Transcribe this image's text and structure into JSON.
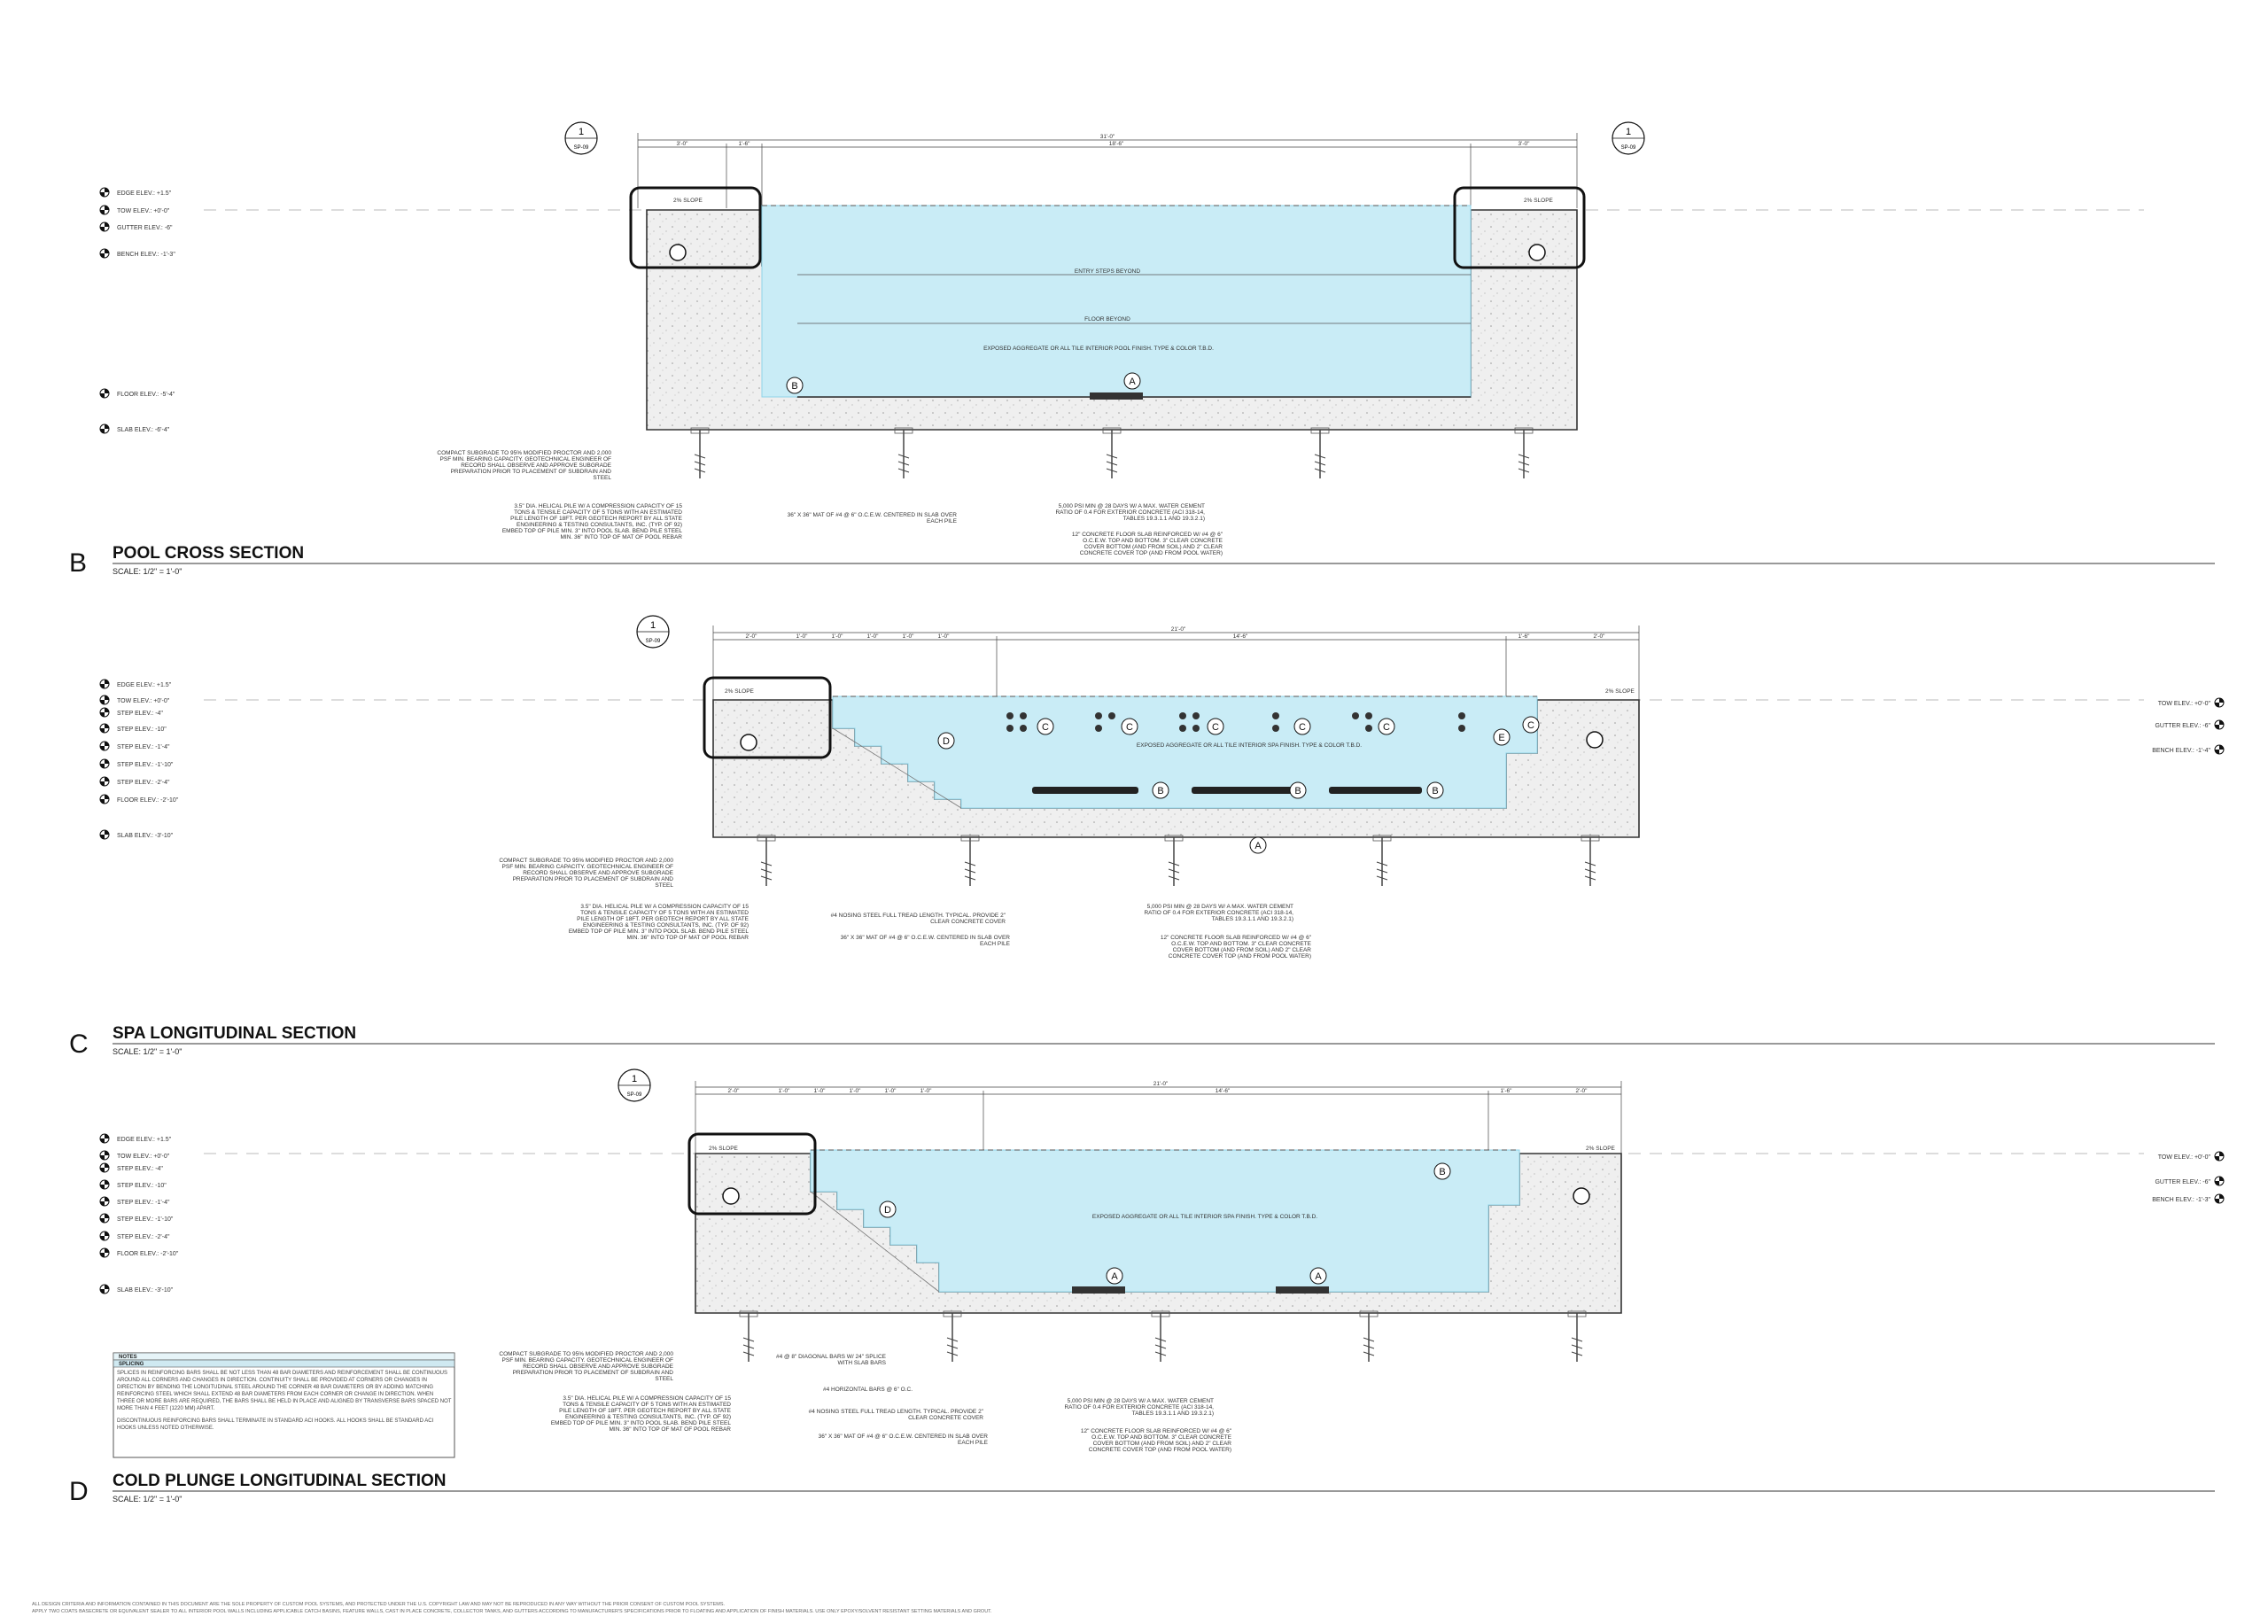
{
  "sections": [
    {
      "letter": "B",
      "title": "POOL CROSS SECTION",
      "scale": "SCALE: 1/2\" = 1'-0\"",
      "ref_tag": {
        "num": "1",
        "sheet": "SP-09"
      },
      "elevations_left": [
        "EDGE ELEV.: +1.5\"",
        "TOW ELEV.: +0'-0\"",
        "GUTTER ELEV.: -6\"",
        "BENCH ELEV.: -1'-3\"",
        "FLOOR ELEV.: -5'-4\"",
        "SLAB ELEV.: -6'-4\""
      ],
      "elevations_right": [],
      "overall_dim": "31'-0\"",
      "dims": [
        "3'-0\"",
        "1'-6\"",
        "18'-6\"",
        "3'-0\""
      ],
      "slope_label": "2% SLOPE",
      "labels": [
        "ENTRY STEPS BEYOND",
        "FLOOR BEYOND",
        "EXPOSED AGGREGATE OR ALL TILE INTERIOR POOL FINISH. TYPE & COLOR T.B.D."
      ],
      "notes": [
        "COMPACT SUBGRADE TO 95% MODIFIED PROCTOR AND 2,000 PSF MIN. BEARING CAPACITY. GEOTECHNICAL ENGINEER OF RECORD SHALL OBSERVE AND APPROVE SUBGRADE PREPARATION PRIOR TO PLACEMENT OF SUBDRAIN AND STEEL",
        "3.5\" DIA. HELICAL PILE W/ A COMPRESSION CAPACITY OF 15 TONS & TENSILE CAPACITY OF 5 TONS WITH AN ESTIMATED PILE LENGTH OF 18FT. PER GEOTECH REPORT BY ALL STATE ENGINEERING & TESTING CONSULTANTS, INC. (TYP. OF 92) EMBED TOP OF PILE MIN. 3\" INTO POOL SLAB. BEND PILE STEEL MIN. 36\" INTO TOP OF MAT OF POOL REBAR",
        "36\" X 36\" MAT OF #4 @ 6\" O.C.E.W. CENTERED IN SLAB OVER EACH PILE",
        "5,000 PSI MIN @ 28 DAYS W/ A MAX. WATER CEMENT RATIO OF 0.4 FOR EXTERIOR CONCRETE (ACI 318-14, TABLES 19.3.1.1 AND 19.3.2.1)",
        "12\" CONCRETE FLOOR SLAB REINFORCED W/ #4 @ 6\" O.C.E.W. TOP AND BOTTOM. 3\" CLEAR CONCRETE COVER BOTTOM (AND FROM SOIL) AND 2\" CLEAR CONCRETE COVER TOP (AND FROM POOL WATER)"
      ],
      "callouts": [
        "A",
        "B"
      ]
    },
    {
      "letter": "C",
      "title": "SPA LONGITUDINAL SECTION",
      "scale": "SCALE: 1/2\" = 1'-0\"",
      "ref_tag": {
        "num": "1",
        "sheet": "SP-09"
      },
      "elevations_left": [
        "EDGE ELEV.: +1.5\"",
        "TOW ELEV.: +0'-0\"",
        "STEP ELEV.: -4\"",
        "STEP ELEV.: -10\"",
        "STEP ELEV.: -1'-4\"",
        "STEP ELEV.: -1'-10\"",
        "STEP ELEV.: -2'-4\"",
        "FLOOR ELEV.: -2'-10\"",
        "SLAB ELEV.: -3'-10\""
      ],
      "elevations_right": [
        "TOW ELEV.: +0'-0\"",
        "GUTTER ELEV.: -6\"",
        "BENCH ELEV.: -1'-4\""
      ],
      "overall_dim": "21'-0\"",
      "dims": [
        "2'-0\"",
        "1'-0\"",
        "1'-0\"",
        "1'-0\"",
        "1'-0\"",
        "1'-0\"",
        "14'-6\"",
        "1'-6\"",
        "2'-0\""
      ],
      "slope_label": "2% SLOPE",
      "labels": [
        "EXPOSED AGGREGATE OR ALL TILE INTERIOR SPA FINISH. TYPE & COLOR T.B.D."
      ],
      "notes": [
        "COMPACT SUBGRADE TO 95% MODIFIED PROCTOR AND 2,000 PSF MIN. BEARING CAPACITY. GEOTECHNICAL ENGINEER OF RECORD SHALL OBSERVE AND APPROVE SUBGRADE PREPARATION PRIOR TO PLACEMENT OF SUBDRAIN AND STEEL",
        "3.5\" DIA. HELICAL PILE W/ A COMPRESSION CAPACITY OF 15 TONS & TENSILE CAPACITY OF 5 TONS WITH AN ESTIMATED PILE LENGTH OF 18FT. PER GEOTECH REPORT BY ALL STATE ENGINEERING & TESTING CONSULTANTS, INC. (TYP. OF 92) EMBED TOP OF PILE MIN. 3\" INTO POOL SLAB. BEND PILE STEEL MIN. 36\" INTO TOP OF MAT OF POOL REBAR",
        "#4 NOSING STEEL FULL TREAD LENGTH. TYPICAL. PROVIDE 2\" CLEAR CONCRETE COVER",
        "36\" X 36\" MAT OF #4 @ 6\" O.C.E.W. CENTERED IN SLAB OVER EACH PILE",
        "5,000 PSI MIN @ 28 DAYS W/ A MAX. WATER CEMENT RATIO OF 0.4 FOR EXTERIOR CONCRETE (ACI 318-14, TABLES 19.3.1.1 AND 19.3.2.1)",
        "12\" CONCRETE FLOOR SLAB REINFORCED W/ #4 @ 6\" O.C.E.W. TOP AND BOTTOM. 3\" CLEAR CONCRETE COVER BOTTOM (AND FROM SOIL) AND 2\" CLEAR CONCRETE COVER TOP (AND FROM POOL WATER)"
      ],
      "callouts": [
        "A",
        "B",
        "C",
        "D",
        "E"
      ]
    },
    {
      "letter": "D",
      "title": "COLD PLUNGE LONGITUDINAL SECTION",
      "scale": "SCALE: 1/2\" = 1'-0\"",
      "ref_tag": {
        "num": "1",
        "sheet": "SP-09"
      },
      "elevations_left": [
        "EDGE ELEV.: +1.5\"",
        "TOW ELEV.: +0'-0\"",
        "STEP ELEV.: -4\"",
        "STEP ELEV.: -10\"",
        "STEP ELEV.: -1'-4\"",
        "STEP ELEV.: -1'-10\"",
        "STEP ELEV.: -2'-4\"",
        "FLOOR ELEV.: -2'-10\"",
        "SLAB ELEV.: -3'-10\""
      ],
      "elevations_right": [
        "TOW ELEV.: +0'-0\"",
        "GUTTER ELEV.: -6\"",
        "BENCH ELEV.: -1'-3\""
      ],
      "overall_dim": "21'-0\"",
      "dims": [
        "2'-0\"",
        "1'-0\"",
        "1'-0\"",
        "1'-0\"",
        "1'-0\"",
        "1'-0\"",
        "14'-6\"",
        "1'-6\"",
        "2'-0\""
      ],
      "slope_label": "2% SLOPE",
      "labels": [
        "EXPOSED AGGREGATE OR ALL TILE INTERIOR SPA FINISH. TYPE & COLOR T.B.D."
      ],
      "notes": [
        "COMPACT SUBGRADE TO 95% MODIFIED PROCTOR AND 2,000 PSF MIN. BEARING CAPACITY. GEOTECHNICAL ENGINEER OF RECORD SHALL OBSERVE AND APPROVE SUBGRADE PREPARATION PRIOR TO PLACEMENT OF SUBDRAIN AND STEEL",
        "#4 @ 8\" DIAGONAL BARS W/ 24\" SPLICE WITH SLAB BARS",
        "#4 HORIZONTAL BARS @ 6\" O.C.",
        "3.5\" DIA. HELICAL PILE W/ A COMPRESSION CAPACITY OF 15 TONS & TENSILE CAPACITY OF 5 TONS WITH AN ESTIMATED PILE LENGTH OF 18FT. PER GEOTECH REPORT BY ALL STATE ENGINEERING & TESTING CONSULTANTS, INC. (TYP. OF 92) EMBED TOP OF PILE MIN. 3\" INTO POOL SLAB. BEND PILE STEEL MIN. 36\" INTO TOP OF MAT OF POOL REBAR",
        "#4 NOSING STEEL FULL TREAD LENGTH. TYPICAL. PROVIDE 2\" CLEAR CONCRETE COVER",
        "36\" X 36\" MAT OF #4 @ 6\" O.C.E.W. CENTERED IN SLAB OVER EACH PILE",
        "5,000 PSI MIN @ 28 DAYS W/ A MAX. WATER CEMENT RATIO OF 0.4 FOR EXTERIOR CONCRETE (ACI 318-14, TABLES 19.3.1.1 AND 19.3.2.1)",
        "12\" CONCRETE FLOOR SLAB REINFORCED W/ #4 @ 6\" O.C.E.W. TOP AND BOTTOM. 3\" CLEAR CONCRETE COVER BOTTOM (AND FROM SOIL) AND 2\" CLEAR CONCRETE COVER TOP (AND FROM POOL WATER)"
      ],
      "callouts": [
        "A",
        "A",
        "B",
        "D"
      ]
    }
  ],
  "notes_box": {
    "header": "NOTES",
    "subheader": "SPLICING",
    "lines": [
      "SPLICES IN REINFORCING BARS SHALL BE NOT LESS THAN 48 BAR DIAMETERS AND REINFORCEMENT SHALL BE CONTINUOUS AROUND ALL CORNERS AND CHANGES IN DIRECTION. CONTINUITY SHALL BE PROVIDED AT CORNERS OR CHANGES IN DIRECTION BY BENDING THE LONGITUDINAL STEEL AROUND THE CORNER 48 BAR DIAMETERS OR BY ADDING MATCHING REINFORCING STEEL WHICH SHALL EXTEND 48 BAR DIAMETERS FROM EACH CORNER OR CHANGE IN DIRECTION. WHEN THREE OR MORE BARS ARE REQUIRED, THE BARS SHALL BE HELD IN PLACE AND ALIGNED BY TRANSVERSE BARS SPACED NOT MORE THAN 4 FEET (1220 MM) APART.",
      "DISCONTINUOUS REINFORCING BARS SHALL TERMINATE IN STANDARD ACI HOOKS. ALL HOOKS SHALL BE STANDARD ACI HOOKS UNLESS NOTED OTHERWISE."
    ]
  },
  "footer": [
    "ALL DESIGN CRITERIA AND INFORMATION CONTAINED IN THIS DOCUMENT ARE THE SOLE PROPERTY OF CUSTOM POOL SYSTEMS, AND PROTECTED UNDER THE U.S. COPYRIGHT LAW AND MAY NOT BE REPRODUCED IN ANY WAY WITHOUT THE PRIOR CONSENT OF CUSTOM POOL SYSTEMS.",
    "APPLY TWO COATS BASECRETE OR EQUIVALENT SEALER TO ALL INTERIOR POOL WALLS INCLUDING APPLICABLE CATCH BASINS, FEATURE WALLS, CAST IN PLACE CONCRETE, COLLECTOR TANKS, AND GUTTERS ACCORDING TO MANUFACTURER'S SPECIFICATIONS PRIOR TO FLOATING AND APPLICATION OF FINISH MATERIALS. USE ONLY EPOXY/SOLVENT RESISTANT SETTING MATERIALS AND GROUT."
  ],
  "colors": {
    "water": "#c9ecf6",
    "water_edge": "#8fd3e8",
    "concrete": "#ececec",
    "line": "#222222"
  }
}
